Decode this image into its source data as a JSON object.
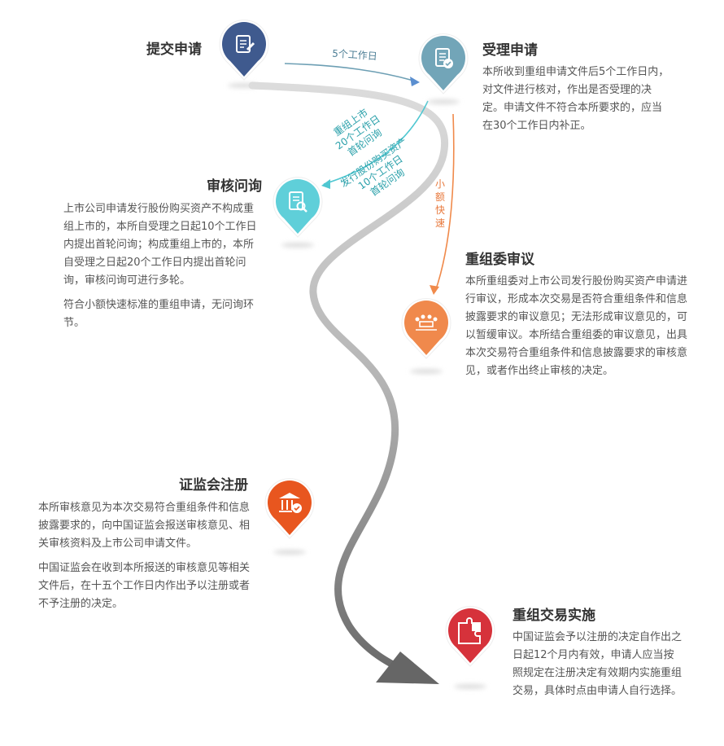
{
  "steps": [
    {
      "title": "提交申请",
      "color": "#3f5a8e",
      "icon": "document-edit-icon"
    },
    {
      "title": "受理申请",
      "color": "#72a5b8",
      "icon": "document-check-icon",
      "body": [
        "本所收到重组申请文件后5个工作日内，对文件进行核对，作出是否受理的决定。申请文件不符合本所要求的，应当在30个工作日内补正。"
      ]
    },
    {
      "title": "审核问询",
      "color": "#5fcfd9",
      "icon": "document-search-icon",
      "body": [
        "上市公司申请发行股份购买资产不构成重组上市的，本所自受理之日起10个工作日内提出首轮问询；构成重组上市的，本所自受理之日起20个工作日内提出首轮问询，审核问询可进行多轮。",
        "符合小额快速标准的重组申请，无问询环节。"
      ]
    },
    {
      "title": "重组委审议",
      "color": "#f0894c",
      "icon": "meeting-icon",
      "body": [
        "本所重组委对上市公司发行股份购买资产申请进行审议，形成本次交易是否符合重组条件和信息披露要求的审议意见；无法形成审议意见的，可以暂缓审议。本所结合重组委的审议意见，出具本次交易符合重组条件和信息披露要求的审核意见，或者作出终止审核的决定。"
      ]
    },
    {
      "title": "证监会注册",
      "color": "#e8561f",
      "icon": "institution-check-icon",
      "body": [
        "本所审核意见为本次交易符合重组条件和信息披露要求的，向中国证监会报送审核意见、相关审核资料及上市公司申请文件。",
        "中国证监会在收到本所报送的审核意见等相关文件后，在十五个工作日内作出予以注册或者不予注册的决定。"
      ]
    },
    {
      "title": "重组交易实施",
      "color": "#d6323b",
      "icon": "puzzle-icon",
      "body": [
        "中国证监会予以注册的决定自作出之日起12个月内有效，申请人应当按照规定在注册决定有效期内实施重组交易，具体时点由申请人自行选择。"
      ]
    }
  ],
  "arrows": {
    "accept": "5个工作日",
    "inquiry_a": [
      "重组上市",
      "20个工作日",
      "首轮问询"
    ],
    "inquiry_b": [
      "发行股份购买资产",
      "10个工作日",
      "首轮问询"
    ],
    "fast": [
      "小",
      "额",
      "快",
      "速"
    ]
  }
}
